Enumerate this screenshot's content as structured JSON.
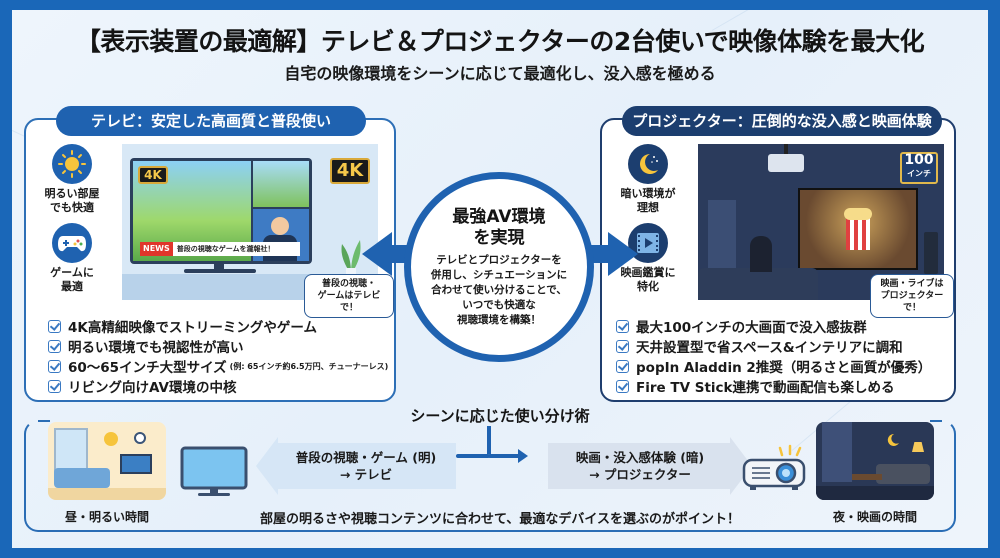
{
  "header": {
    "title": "【表示装置の最適解】テレビ＆プロジェクターの2台使いで映像体験を最大化",
    "subtitle": "自宅の映像環境をシーンに応じて最適化し、没入感を極める"
  },
  "colors": {
    "frame": "#1a67b8",
    "tv_accent": "#1f62b0",
    "projector_accent": "#1c3e6f",
    "background": "#eef5fc"
  },
  "tv_panel": {
    "heading": "テレビ：安定した高画質と普段使い",
    "features": [
      {
        "icon": "sun-icon",
        "label_line1": "明るい部屋",
        "label_line2": "でも快適"
      },
      {
        "icon": "gamepad-icon",
        "label_line1": "ゲームに",
        "label_line2": "最適"
      }
    ],
    "scene": {
      "badge_small": "4K",
      "badge_large": "4K",
      "news_tag": "NEWS",
      "news_ticker": "普段の視聴なゲームを瀧報社！",
      "callout_line1": "普段の視聴・",
      "callout_line2": "ゲームはテレビで！"
    },
    "checklist": [
      {
        "text": "4K高精細映像でストリーミングやゲーム",
        "note": ""
      },
      {
        "text": "明るい環境でも視認性が高い",
        "note": ""
      },
      {
        "text": "60〜65インチ大型サイズ",
        "note": "(例: 65インチ約6.5万円、チューナーレス)"
      },
      {
        "text": "リビング向けAV環境の中核",
        "note": ""
      }
    ]
  },
  "projector_panel": {
    "heading": "プロジェクター：圧倒的な没入感と映画体験",
    "features": [
      {
        "icon": "moon-icon",
        "label_line1": "暗い環境が",
        "label_line2": "理想"
      },
      {
        "icon": "film-play-icon",
        "label_line1": "映画鑑賞に",
        "label_line2": "特化"
      }
    ],
    "scene": {
      "size_badge_number": "100",
      "size_badge_unit": "インチ",
      "callout_line1": "映画・ライブは",
      "callout_line2": "プロジェクターで！"
    },
    "checklist": [
      {
        "text": "最大100インチの大画面で没入感抜群"
      },
      {
        "text": "天井設置型で省スペース&インテリアに調和"
      },
      {
        "text": "popIn Aladdin 2推奨（明るさと画質が優秀）"
      },
      {
        "text": "Fire TV Stick連携で動画配信も楽しめる"
      }
    ]
  },
  "center": {
    "title_line1": "最強AV環境",
    "title_line2": "を実現",
    "body_lines": [
      "テレビとプロジェクターを",
      "併用し、シチュエーションに",
      "合わせて使い分けることで、",
      "いつでも快適な",
      "視聴環境を構築！"
    ]
  },
  "bottom": {
    "title": "シーンに応じた使い分け術",
    "left_band_line1": "普段の視聴・ゲーム (明)",
    "left_band_line2": "→ テレビ",
    "right_band_line1": "映画・没入感体験 (暗)",
    "right_band_line2": "→ プロジェクター",
    "day_label": "昼・明るい時間",
    "night_label": "夜・映画の時間",
    "note": "部屋の明るさや視聴コンテンツに合わせて、最適なデバイスを選ぶのがポイント！"
  }
}
